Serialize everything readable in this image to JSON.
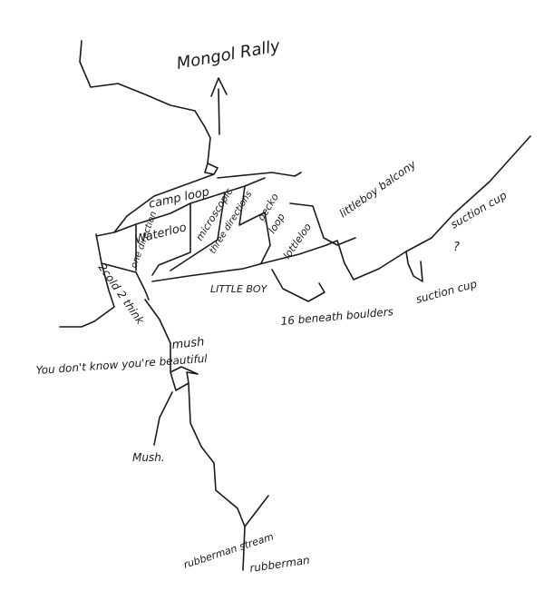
{
  "sketch": {
    "labels": {
      "mongol_rally": "Mongol Rally",
      "camp_loop": "camp loop",
      "waterloo": "Waterloo",
      "one_direction": "one direction",
      "microscopic": "microscopic",
      "three_directions": "three directions",
      "gecko": "gecko",
      "loop": "loop",
      "lottle_loo": "lottleloo",
      "littleboy_balcony": "littleboy balcony",
      "suction_cup_top": "suction cup",
      "question": "?",
      "suction_cup_bottom": "suction cup",
      "little_boy": "LITTLE BOY",
      "beneath_boulders": "16 beneath boulders",
      "two_cold_to_think": "2cold 2 think",
      "mush_upper": "mush",
      "you_dont_know": "You don't know you're beautiful",
      "mush_lower": "Mush.",
      "rubberman_stream": "rubberman stream",
      "rubberman": "rubberman"
    }
  }
}
